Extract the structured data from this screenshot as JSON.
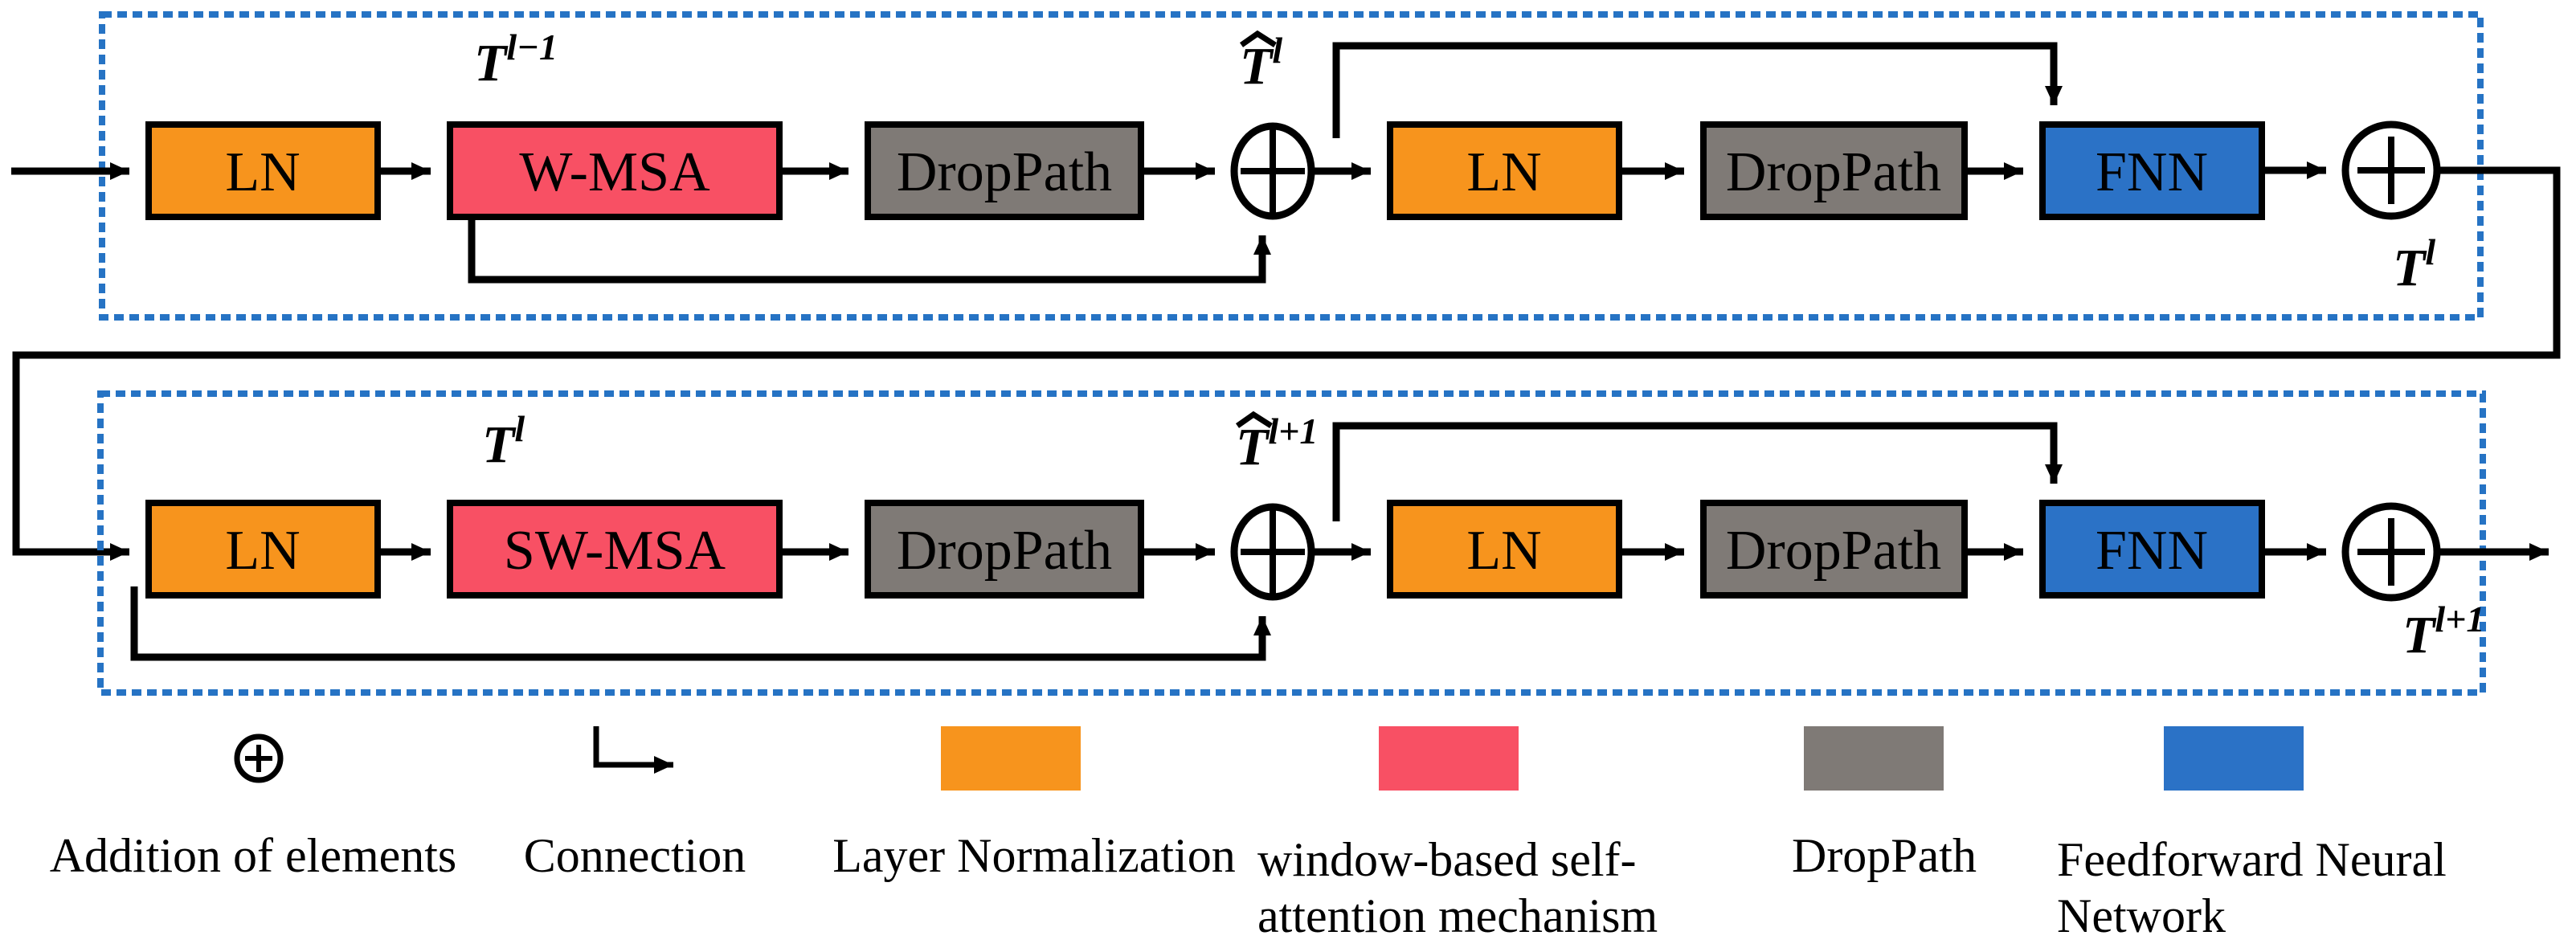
{
  "figure": {
    "background": "#ffffff",
    "colors": {
      "layer_norm": "#F7941D",
      "attention": "#F85064",
      "droppath": "#7F7A76",
      "fnn": "#2B72C6",
      "dashed_border": "#2673C4",
      "line": "#000000"
    },
    "block1": {
      "input_label": {
        "base": "T",
        "sup": "l−1"
      },
      "hat_label": {
        "base": "T",
        "sup": "l",
        "hat": true
      },
      "output_label": {
        "base": "T",
        "sup": "l"
      },
      "boxes": [
        "LN",
        "W-MSA",
        "DropPath",
        "LN",
        "DropPath",
        "FNN"
      ]
    },
    "block2": {
      "input_label": {
        "base": "T",
        "sup": "l"
      },
      "hat_label": {
        "base": "T",
        "sup": "l+1",
        "hat": true
      },
      "output_label": {
        "base": "T",
        "sup": "l+1"
      },
      "boxes": [
        "LN",
        "SW-MSA",
        "DropPath",
        "LN",
        "DropPath",
        "FNN"
      ]
    },
    "legend": [
      {
        "icon": "plus-circle-icon",
        "label": "Addition of elements"
      },
      {
        "icon": "connection-arrow-icon",
        "label": "Connection"
      },
      {
        "icon": "color-swatch",
        "color": "#F7941D",
        "label": "Layer Normalization"
      },
      {
        "icon": "color-swatch",
        "color": "#F85064",
        "label": "window-based self-",
        "label2": "attention mechanism"
      },
      {
        "icon": "color-swatch",
        "color": "#7F7A76",
        "label": "DropPath"
      },
      {
        "icon": "color-swatch",
        "color": "#2B72C6",
        "label": "Feedforward Neural",
        "label2": "Network"
      }
    ]
  }
}
